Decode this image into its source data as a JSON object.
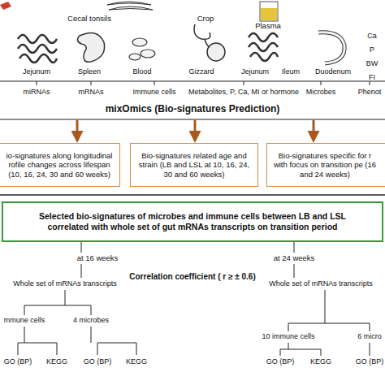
{
  "diagram": {
    "nodes": [
      {
        "text": [
          "io-signatures along longitudinal rofile changes across lifespan (10, 16, 24, 30 and 60 weeks)"
        ]
      },
      {
        "text": [
          "Bio-signatures related age and strain (LB and LSL at 10, 16, 24, 30 and 60 weeks)"
        ]
      },
      {
        "text": [
          "Bio-signatures specific for r with focus on transition pe (16 and 24 weeks)"
        ]
      },
      {
        "text": [
          "Selected bio-signatures of microbes and immune cells between LB and LSL correlated with whole set of gut mRNAs transcripts on transition period"
        ]
      }
    ],
    "labels": [
      "Cecal tonsils",
      "Crop",
      "Plasma",
      "Ca",
      "P",
      "BW",
      "FI",
      "Jejunum",
      "Spleen",
      "Blood",
      "Gizzard",
      "Jejunum",
      "Ileum",
      "Duodenum",
      "miRNAs",
      "mRNAs",
      "Immune cells",
      "Metabolites, P, Ca, MI or hormone",
      "Microbes",
      "Phenot",
      "mixOmics (Bio-signatures Prediction)",
      "at 16 weeks",
      "Correlation coefficient ( r ≥ ± 0.6)",
      "Whole set of mRNAs transcripts",
      "at 24 weeks",
      "Whole set of mRNAs transcripts",
      "mmune cells",
      "4 microbes",
      "10 immune cells",
      "6 micro",
      "GO (BP)",
      "KEGG",
      "GO (BP)",
      "KEGG",
      "GO (BP)",
      "KEGG",
      "GO (BP)"
    ]
  }
}
